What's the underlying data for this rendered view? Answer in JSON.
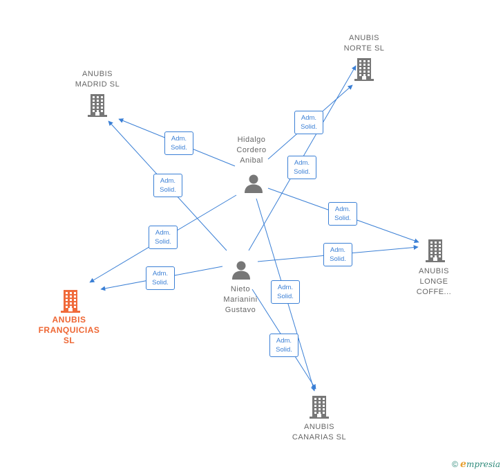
{
  "colors": {
    "edge": "#3a7fd5",
    "company": "#777777",
    "highlight": "#f06a3a",
    "person": "#777777"
  },
  "nodes": [
    {
      "id": "madrid",
      "kind": "company",
      "label": "ANUBIS\nMADRID  SL"
    },
    {
      "id": "norte",
      "kind": "company",
      "label": "ANUBIS\nNORTE  SL"
    },
    {
      "id": "longe",
      "kind": "company",
      "label": "ANUBIS\nLONGE\nCOFFE..."
    },
    {
      "id": "franquicias",
      "kind": "company",
      "highlight": true,
      "label": "ANUBIS\nFRANQUICIAS\nSL"
    },
    {
      "id": "canarias",
      "kind": "company",
      "label": "ANUBIS\nCANARIAS  SL"
    },
    {
      "id": "hidalgo",
      "kind": "person",
      "label": "Hidalgo\nCordero\nAnibal"
    },
    {
      "id": "nieto",
      "kind": "person",
      "label": "Nieto\nMarianini\nGustavo"
    }
  ],
  "edges": [
    {
      "from": "hidalgo",
      "to": "madrid",
      "role": "Adm.\nSolid."
    },
    {
      "from": "hidalgo",
      "to": "norte",
      "role": "Adm.\nSolid."
    },
    {
      "from": "hidalgo",
      "to": "longe",
      "role": "Adm.\nSolid."
    },
    {
      "from": "hidalgo",
      "to": "franquicias",
      "role": "Adm.\nSolid."
    },
    {
      "from": "hidalgo",
      "to": "canarias",
      "role": "Adm.\nSolid."
    },
    {
      "from": "nieto",
      "to": "madrid",
      "role": "Adm.\nSolid."
    },
    {
      "from": "nieto",
      "to": "norte",
      "role": "Adm.\nSolid."
    },
    {
      "from": "nieto",
      "to": "longe",
      "role": "Adm.\nSolid."
    },
    {
      "from": "nieto",
      "to": "franquicias",
      "role": "Adm.\nSolid."
    },
    {
      "from": "nieto",
      "to": "canarias",
      "role": "Adm.\nSolid."
    }
  ],
  "footer": {
    "copyright": "©",
    "brand_initial": "e",
    "brand_rest": "mpresia"
  }
}
